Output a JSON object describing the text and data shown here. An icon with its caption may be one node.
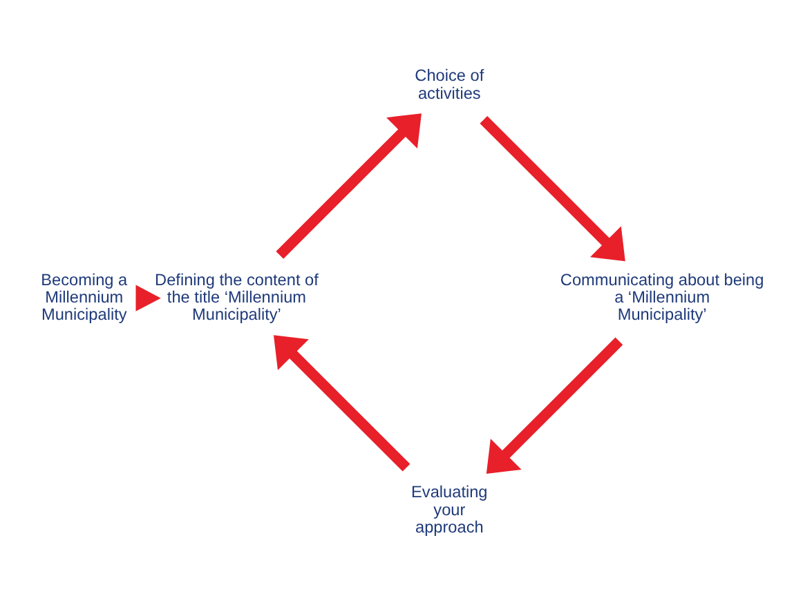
{
  "diagram": {
    "nodes": [
      {
        "text": [
          "Becoming a Millennium Municipality"
        ]
      },
      {
        "text": [
          "Evaluating your approach"
        ]
      },
      {
        "text": [
          "Defining the content of the title ‘Millennium Municipality’"
        ]
      },
      {
        "text": [
          "Choice of activities"
        ]
      },
      {
        "text": [
          "Communicating about being a ‘Millennium Municipality’"
        ]
      }
    ],
    "edges": [
      {
        "from": 0,
        "to": 2,
        "arrow": "to",
        "style": "dashed"
      },
      {
        "from": 1,
        "to": 2,
        "arrow": "to"
      },
      {
        "from": 2,
        "to": 3,
        "arrow": "to"
      },
      {
        "from": 3,
        "to": 4,
        "arrow": "to"
      },
      {
        "from": 4,
        "to": 1,
        "arrow": "to"
      }
    ]
  }
}
